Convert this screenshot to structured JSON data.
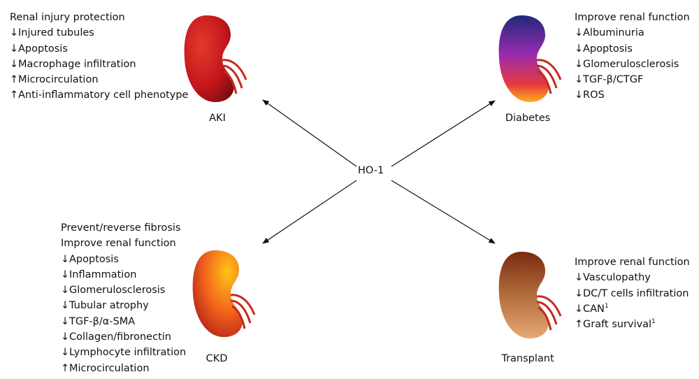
{
  "center_label": "HO-1",
  "aki": {
    "label": "AKI",
    "heading": "Renal injury protection",
    "items": [
      {
        "arrow": "↓",
        "text": "Injured tubules"
      },
      {
        "arrow": "↓",
        "text": "Apoptosis"
      },
      {
        "arrow": "↓",
        "text": "Macrophage infiltration"
      },
      {
        "arrow": "↑",
        "text": "Microcirculation"
      },
      {
        "arrow": "↑",
        "text": "Anti-inflammatory cell phenotype"
      }
    ]
  },
  "diabetes": {
    "label": "Diabetes",
    "heading": "Improve renal function",
    "items": [
      {
        "arrow": "↓",
        "text": "Albuminuria"
      },
      {
        "arrow": "↓",
        "text": "Apoptosis"
      },
      {
        "arrow": "↓",
        "text": "Glomerulosclerosis"
      },
      {
        "arrow": "↓",
        "text": "TGF-β/CTGF"
      },
      {
        "arrow": "↓",
        "text": "ROS"
      }
    ]
  },
  "ckd": {
    "label": "CKD",
    "heading1": "Prevent/reverse fibrosis",
    "heading2": "Improve renal function",
    "items": [
      {
        "arrow": "↓",
        "text": "Apoptosis"
      },
      {
        "arrow": "↓",
        "text": "Inflammation"
      },
      {
        "arrow": "↓",
        "text": "Glomerulosclerosis"
      },
      {
        "arrow": "↓",
        "text": "Tubular atrophy"
      },
      {
        "arrow": "↓",
        "text": "TGF-β/α-SMA"
      },
      {
        "arrow": "↓",
        "text": "Collagen/fibronectin"
      },
      {
        "arrow": "↓",
        "text": "Lymphocyte infiltration"
      },
      {
        "arrow": "↑",
        "text": "Microcirculation"
      }
    ]
  },
  "transplant": {
    "label": "Transplant",
    "heading": "Improve renal function",
    "items": [
      {
        "arrow": "↓",
        "text": "Vasculopathy"
      },
      {
        "arrow": "↓",
        "text": "DC/T cells infiltration"
      },
      {
        "arrow": "↓",
        "text": "CAN",
        "sup": "1"
      },
      {
        "arrow": "↑",
        "text": "Graft survival",
        "sup": "1"
      }
    ]
  },
  "colors": {
    "aki": [
      "#e33a2c",
      "#c4161c",
      "#7a0d10"
    ],
    "diabetes": [
      "#1f2a78",
      "#9a2bb0",
      "#e63a3a",
      "#ffb020"
    ],
    "ckd": [
      "#ffc21a",
      "#f2621b",
      "#a3121a"
    ],
    "transplant": [
      "#7a2b10",
      "#b87440",
      "#e6a874"
    ],
    "ureter": "#c42a1e"
  }
}
